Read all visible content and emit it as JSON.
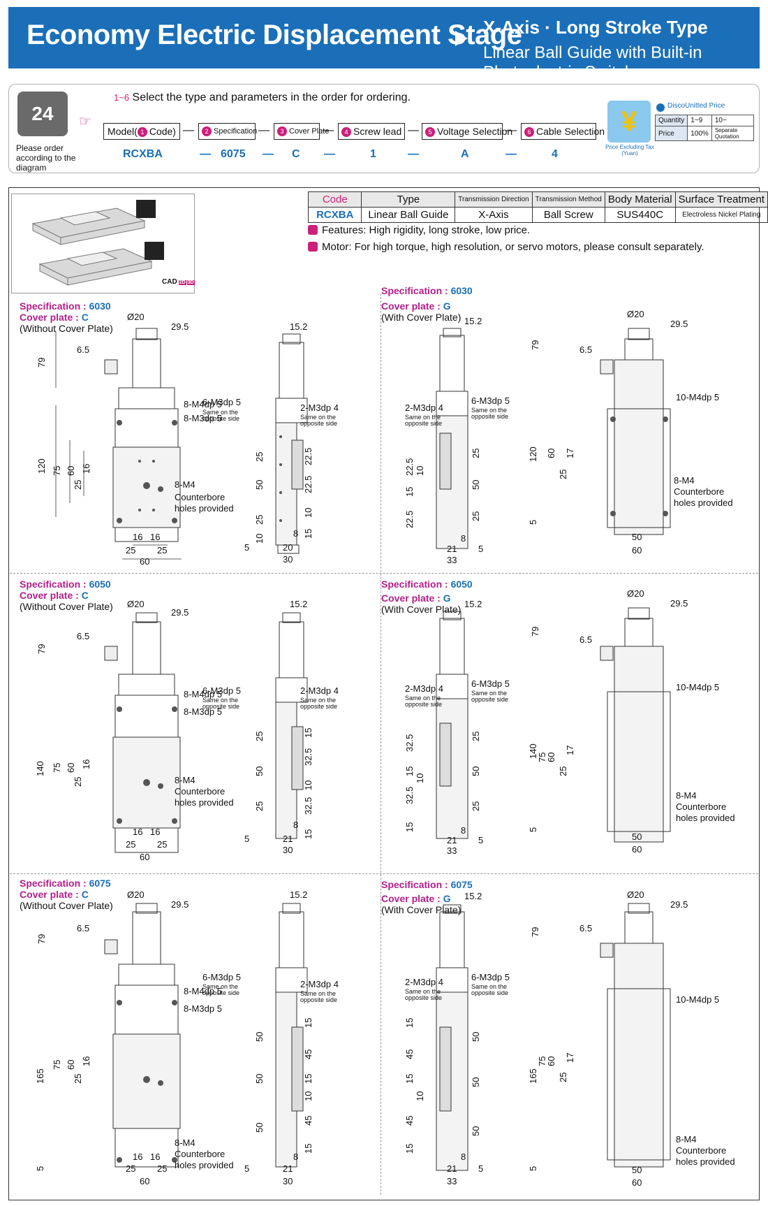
{
  "banner": {
    "title": "Economy Electric Displacement Stage",
    "subtitle1": "X-Axis · Long Stroke Type",
    "subtitle2": "Linear Ball Guide with Built-in Photoelectric Switch"
  },
  "order": {
    "phone_text": "24",
    "caption": "Please order according to the diagram",
    "range_label": "1~6",
    "instruction": "Select the type and parameters in the order for ordering.",
    "fields": [
      {
        "n": "1",
        "label": "Model(",
        "label2": "Code)",
        "value": "RCXBA"
      },
      {
        "n": "2",
        "label": "Specification",
        "value": "6075"
      },
      {
        "n": "3",
        "label": "Cover Plate",
        "value": "C"
      },
      {
        "n": "4",
        "label": "Screw lead",
        "value": "1"
      },
      {
        "n": "5",
        "label": "Voltage Selection",
        "value": "A"
      },
      {
        "n": "6",
        "label": "Cable Selection",
        "value": "4"
      }
    ],
    "dash": "—"
  },
  "price": {
    "title": "DiscoUnitted Price",
    "yen": "¥",
    "caption": "Price Excluding Tax (Yuan)",
    "row1": [
      "Quantity",
      "1~9",
      "10~"
    ],
    "row2": [
      "Price",
      "100%",
      "Separate Quotation"
    ]
  },
  "spec_table": {
    "headers": [
      "Code",
      "Type",
      "Transmission Direction",
      "Transmission Method",
      "Body Material",
      "Surface Treatment"
    ],
    "row": [
      "RCXBA",
      "Linear Ball Guide",
      "X-Axis",
      "Ball Screw",
      "SUS440C",
      "Electroless Nickel Plating"
    ]
  },
  "features": {
    "f1": "Features: High rigidity, long stroke, low price.",
    "f2": "Motor: For high torque, high resolution, or servo motors, please consult separately."
  },
  "cad": {
    "label": "CAD",
    "a": "2D",
    "b": "3D"
  },
  "sections": {
    "spec_key": "Specification :",
    "cover_key": "Cover plate :",
    "s1": {
      "spec": "6030",
      "cover": "C",
      "note": "(Without Cover Plate)"
    },
    "s2": {
      "spec": "6030",
      "cover": "G",
      "note": "(With Cover Plate)"
    },
    "s3": {
      "spec": "6050",
      "cover": "C",
      "note": "(Without Cover Plate)"
    },
    "s4": {
      "spec": "6050",
      "cover": "G",
      "note": "(With Cover Plate)"
    },
    "s5": {
      "spec": "6075",
      "cover": "C",
      "note": "(Without Cover Plate)"
    },
    "s6": {
      "spec": "6075",
      "cover": "G",
      "note": "(With Cover Plate)"
    }
  },
  "dims": {
    "phi": "Ø20",
    "d295": "29.5",
    "d152": "15.2",
    "d79": "79",
    "d65": "6.5",
    "d120": "120",
    "d140": "140",
    "d165": "165",
    "d75": "75",
    "d60": "60",
    "d25": "25",
    "d16": "16",
    "d5": "5",
    "d30": "30",
    "d20": "20",
    "d8": "8",
    "d21": "21",
    "d33": "33",
    "d50": "50",
    "d10": "10",
    "d15": "15",
    "d225": "22.5",
    "d325": "32.5",
    "d45": "45",
    "d17": "17",
    "m4dp5": "8-M4dp 5",
    "m3dp5": "8-M3dp 5",
    "m4": "8-M4",
    "cb1": "Counterbore",
    "cb2": "holes provided",
    "six": "6-M3dp 5",
    "two": "2-M3dp 4",
    "same1": "Same on the",
    "same2": "opposite side",
    "ten": "10-M4dp 5"
  }
}
